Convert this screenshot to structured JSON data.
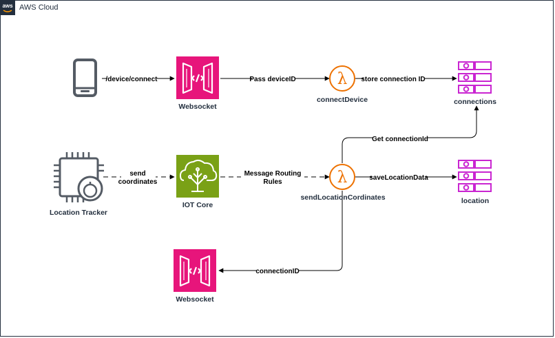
{
  "group": {
    "logo_text": "aws",
    "title": "AWS Cloud"
  },
  "nodes": {
    "phone": {
      "label": ""
    },
    "websocket_top": {
      "label": "Websocket"
    },
    "connect_device": {
      "label": "connectDevice"
    },
    "connections": {
      "label": "connections"
    },
    "location_tracker": {
      "label": "Location Tracker"
    },
    "iot_core": {
      "label": "IOT Core"
    },
    "send_location": {
      "label": "sendLocationCordinates"
    },
    "location": {
      "label": "location"
    },
    "websocket_bottom": {
      "label": "Websocket"
    }
  },
  "edges": {
    "device_connect": {
      "label": "/device/connect"
    },
    "pass_device_id": {
      "label": "Pass deviceID"
    },
    "store_connection_id": {
      "label": "store connection ID"
    },
    "send_coordinates": {
      "line1": "send",
      "line2": "coordinates"
    },
    "message_routing": {
      "line1": "Message Routing",
      "line2": "Rules"
    },
    "save_location_data": {
      "label": "saveLocationData"
    },
    "get_connection_id": {
      "label": "Get connectionId"
    },
    "connection_id": {
      "label": "connectionID"
    }
  },
  "colors": {
    "api_gateway": "#e7157b",
    "lambda": "#ed7100",
    "dynamodb": "#c925d1",
    "iot": "#7aa116",
    "device_gray": "#545b64",
    "text": "#232f3e"
  }
}
